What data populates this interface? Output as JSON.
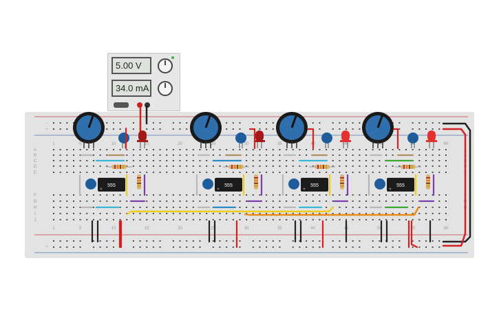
{
  "power_supply": {
    "voltage_display": "5.00 V",
    "current_display": "34.0 mA"
  },
  "breadboard": {
    "row_letters_top": [
      "A",
      "B",
      "C",
      "D",
      "E"
    ],
    "row_letters_bottom": [
      "F",
      "G",
      "H",
      "I",
      "J"
    ],
    "column_numbers": [
      "1",
      "5",
      "10",
      "15",
      "20",
      "25",
      "30",
      "35",
      "40",
      "45",
      "50",
      "55",
      "60"
    ],
    "rail_symbols": [
      "−",
      "+"
    ]
  },
  "timer_chip_label": "555",
  "colors": {
    "breadboard": "#e3e3e3",
    "potentiometer": "#2f6fad",
    "capacitor": "#1f5c9c",
    "led_dark": "#a31919",
    "led_bright": "#e53030",
    "wire_red": "#d42020",
    "wire_black": "#222222",
    "wire_yellow": "#f2cc1a",
    "wire_orange": "#ee8a12",
    "wire_purple": "#7a3fa8",
    "wire_green": "#3aa832",
    "wire_cyan": "#38b7d6",
    "wire_blue": "#2a8bc9"
  }
}
